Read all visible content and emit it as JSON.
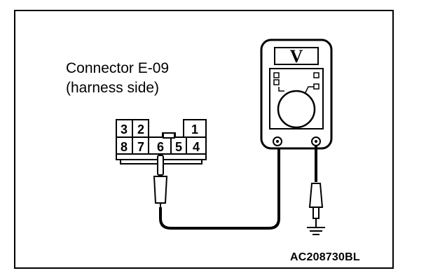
{
  "diagram": {
    "connector_label_line1": "Connector E-09",
    "connector_label_line2": "(harness side)",
    "figure_code": "AC208730BL",
    "meter_symbol": "V",
    "pins_top": [
      "3",
      "2",
      "1"
    ],
    "pins_bottom": [
      "8",
      "7",
      "6",
      "5",
      "4"
    ],
    "probed_pin": "6"
  },
  "colors": {
    "line": "#000000",
    "background": "#ffffff"
  },
  "icons": {
    "ground": "ground-symbol-icon",
    "meter": "voltmeter-icon",
    "probe": "test-probe-icon"
  }
}
